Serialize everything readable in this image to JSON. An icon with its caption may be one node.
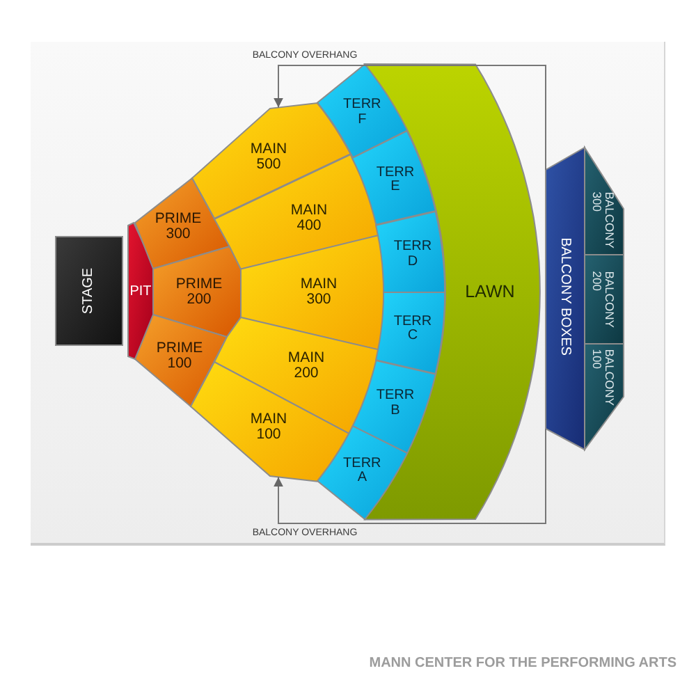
{
  "diagram": {
    "caption": "MANN CENTER FOR THE PERFORMING ARTS",
    "nodes": [
      {
        "text": [
          "STAGE"
        ]
      },
      {
        "text": [
          "PIT"
        ]
      },
      {
        "text": [
          "PRIME 300"
        ]
      },
      {
        "text": [
          "PRIME 200"
        ]
      },
      {
        "text": [
          "PRIME 100"
        ]
      },
      {
        "text": [
          "MAIN 500"
        ]
      },
      {
        "text": [
          "MAIN 400"
        ]
      },
      {
        "text": [
          "MAIN 300"
        ]
      },
      {
        "text": [
          "MAIN 200"
        ]
      },
      {
        "text": [
          "MAIN 100"
        ]
      },
      {
        "text": [
          "TERR F"
        ]
      },
      {
        "text": [
          "TERR E"
        ]
      },
      {
        "text": [
          "TERR D"
        ]
      },
      {
        "text": [
          "TERR C"
        ]
      },
      {
        "text": [
          "TERR B"
        ]
      },
      {
        "text": [
          "TERR A"
        ]
      },
      {
        "text": [
          "LAWN"
        ]
      },
      {
        "text": [
          "BALCONY BOXES"
        ]
      },
      {
        "text": [
          "BALCONY 300"
        ]
      },
      {
        "text": [
          "BALCONY 200"
        ]
      },
      {
        "text": [
          "BALCONY 100"
        ]
      }
    ],
    "edges": [
      {
        "from": 17,
        "to": 5,
        "arrow": "to",
        "label": "BALCONY OVERHANG"
      },
      {
        "from": 17,
        "to": 9,
        "arrow": "to",
        "label": "BALCONY OVERHANG"
      }
    ]
  }
}
